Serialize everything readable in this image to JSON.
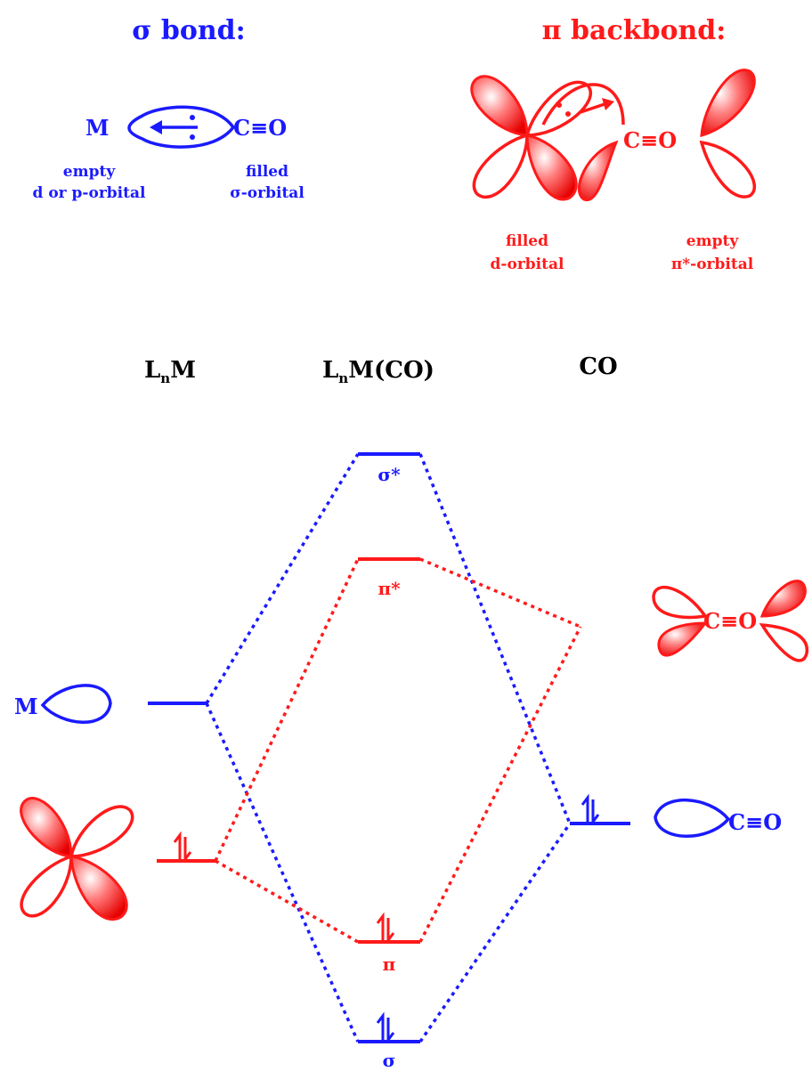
{
  "colors": {
    "sigma": "#1a1aff",
    "pi": "#ff1a1a",
    "header": "#000000"
  },
  "top": {
    "sigma_title": "σ bond:",
    "pi_title": "π backbond:",
    "sigma_metal": "M",
    "sigma_co": "C≡O",
    "sigma_left_label_1": "empty",
    "sigma_left_label_2": "d or p-orbital",
    "sigma_right_label_1": "filled",
    "sigma_right_label_2": "σ-orbital",
    "pi_co": "C≡O",
    "pi_left_label_1": "filled",
    "pi_left_label_2": "d-orbital",
    "pi_right_label_1": "empty",
    "pi_right_label_2": "π*-orbital"
  },
  "headers": {
    "left_prefix": "L",
    "left_sub": "n",
    "left_suffix": "M",
    "center_prefix": "L",
    "center_sub": "n",
    "center_suffix": "M(CO)",
    "right": "CO"
  },
  "levels": {
    "sigma_star": "σ*",
    "pi_star": "π*",
    "pi": "π",
    "sigma": "σ"
  },
  "side": {
    "metal_label": "M",
    "co_label": "C≡O",
    "pi_star_co_label": "C≡O"
  },
  "icons": [
    "d-orbital-icon",
    "pi-star-orbital-icon",
    "sigma-lobe-icon",
    "spin-pair-icon"
  ]
}
